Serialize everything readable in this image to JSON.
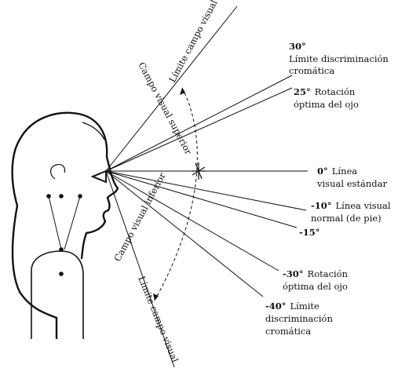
{
  "rays": [
    {
      "deg": "30°",
      "line1": "Límite discriminación",
      "line2": "cromática"
    },
    {
      "deg": "25°",
      "line1": "Rotación",
      "line2": "óptima del ojo"
    },
    {
      "deg": "0°",
      "line1": "Línea",
      "line2": "visual estándar"
    },
    {
      "deg": "-10°",
      "line1": "Línea visual",
      "line2": "normal (de pie)"
    },
    {
      "deg": "-15°",
      "line1": "",
      "line2": ""
    },
    {
      "deg": "-30°",
      "line1": "Rotación",
      "line2": "óptima del ojo"
    },
    {
      "deg": "-40°",
      "line1": "Límite",
      "line2": "discriminación",
      "line3": "cromática"
    }
  ],
  "field_labels": {
    "upper_limit": "Límite campo visual",
    "upper_field": "Campo visual superior",
    "lower_field": "Campo visual inferior",
    "lower_limit": "Límite campo visual"
  },
  "colors": {
    "ink": "#111111",
    "background": "#ffffff"
  }
}
